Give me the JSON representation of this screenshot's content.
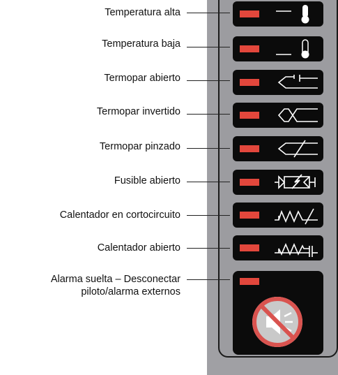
{
  "indicators": [
    {
      "label": "Temperatura alta",
      "symbol": "thermometer-high-icon"
    },
    {
      "label": "Temperatura baja",
      "symbol": "thermometer-low-icon"
    },
    {
      "label": "Termopar abierto",
      "symbol": "thermocouple-open-icon"
    },
    {
      "label": "Termopar invertido",
      "symbol": "thermocouple-reversed-icon"
    },
    {
      "label": "Termopar pinzado",
      "symbol": "thermocouple-pinched-icon"
    },
    {
      "label": "Fusible abierto",
      "symbol": "fuse-open-icon"
    },
    {
      "label": "Calentador en cortocircuito",
      "symbol": "heater-short-icon"
    },
    {
      "label": "Calentador abierto",
      "symbol": "heater-open-icon"
    }
  ],
  "alarm": {
    "label_line1": "Alarma suelta – Desconectar",
    "label_line2": "piloto/alarma externos",
    "symbol": "alarm-muted-icon"
  },
  "colors": {
    "led": "#e2473c",
    "panel": "#a0a0a4",
    "symbol": "#ffffff",
    "prohibit": "#d9534f"
  }
}
